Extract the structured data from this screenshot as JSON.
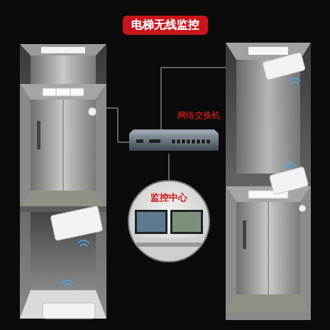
{
  "diagram": {
    "title": "电梯无线监控",
    "nodes": [
      {
        "text": [
          "网络交换机"
        ]
      },
      {
        "text": [
          "监控中心"
        ]
      }
    ],
    "edges": [
      {
        "from": 0,
        "to": 1,
        "arrow": "none"
      }
    ]
  }
}
